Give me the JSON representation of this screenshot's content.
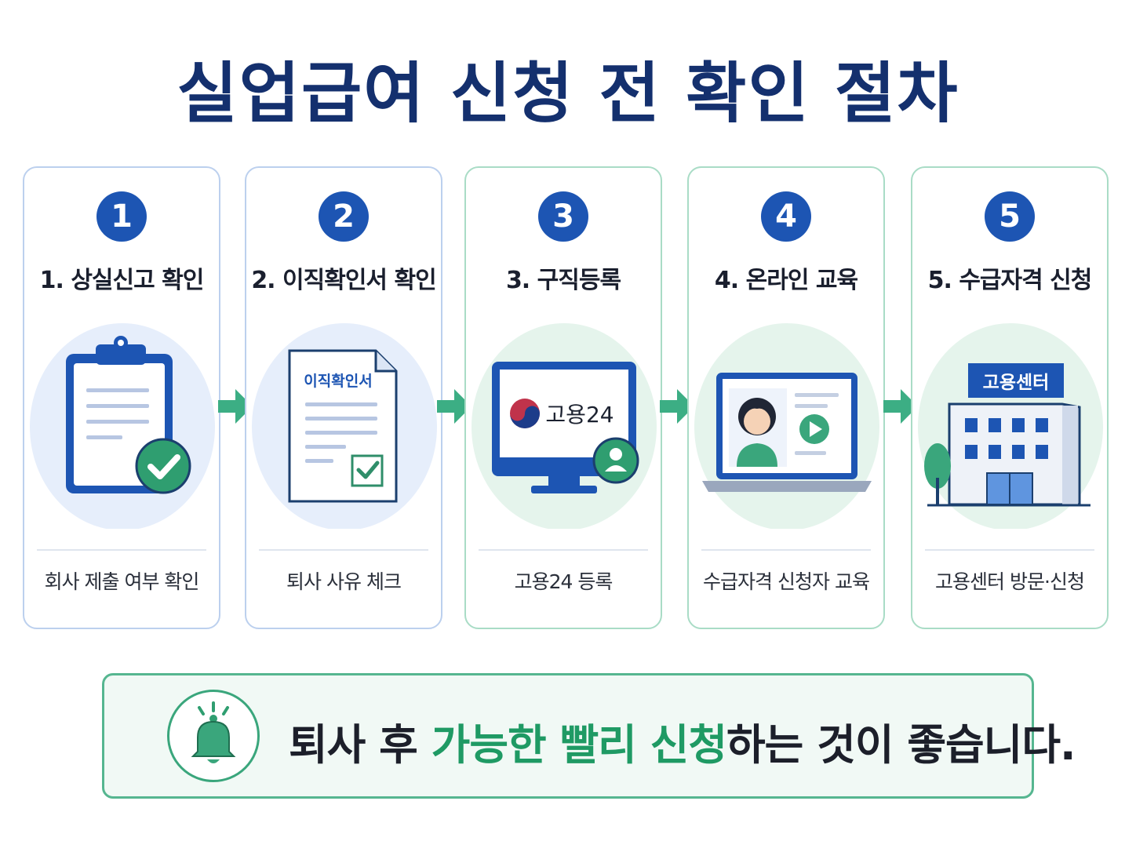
{
  "title": "실업급여 신청 전 확인 절차",
  "steps": [
    {
      "number": "1",
      "label": "1. 상실신고 확인",
      "caption": "회사 제출 여부 확인",
      "icon": "clipboard-check-icon"
    },
    {
      "number": "2",
      "label": "2. 이직확인서 확인",
      "caption": "퇴사 사유 체크",
      "icon": "document-check-icon",
      "doc_title": "이직확인서"
    },
    {
      "number": "3",
      "label": "3. 구직등록",
      "caption": "고용24 등록",
      "icon": "monitor-user-icon",
      "screen_text": "고용24"
    },
    {
      "number": "4",
      "label": "4. 온라인 교육",
      "caption": "수급자격 신청자 교육",
      "icon": "laptop-video-icon"
    },
    {
      "number": "5",
      "label": "5. 수급자격 신청",
      "caption": "고용센터 방문·신청",
      "icon": "building-icon",
      "sign_text": "고용센터"
    }
  ],
  "notice": {
    "prefix": "퇴사 후 ",
    "highlight": "가능한 빨리 신청",
    "suffix": "하는 것이 좋습니다.",
    "icon": "bell-icon"
  },
  "colors": {
    "title": "#14306e",
    "badge": "#1d55b3",
    "accent_green": "#1f9a64",
    "arrow": "#3cae84",
    "card_border_blue": "#bcd0ee",
    "card_border_green": "#a9dcc6"
  }
}
